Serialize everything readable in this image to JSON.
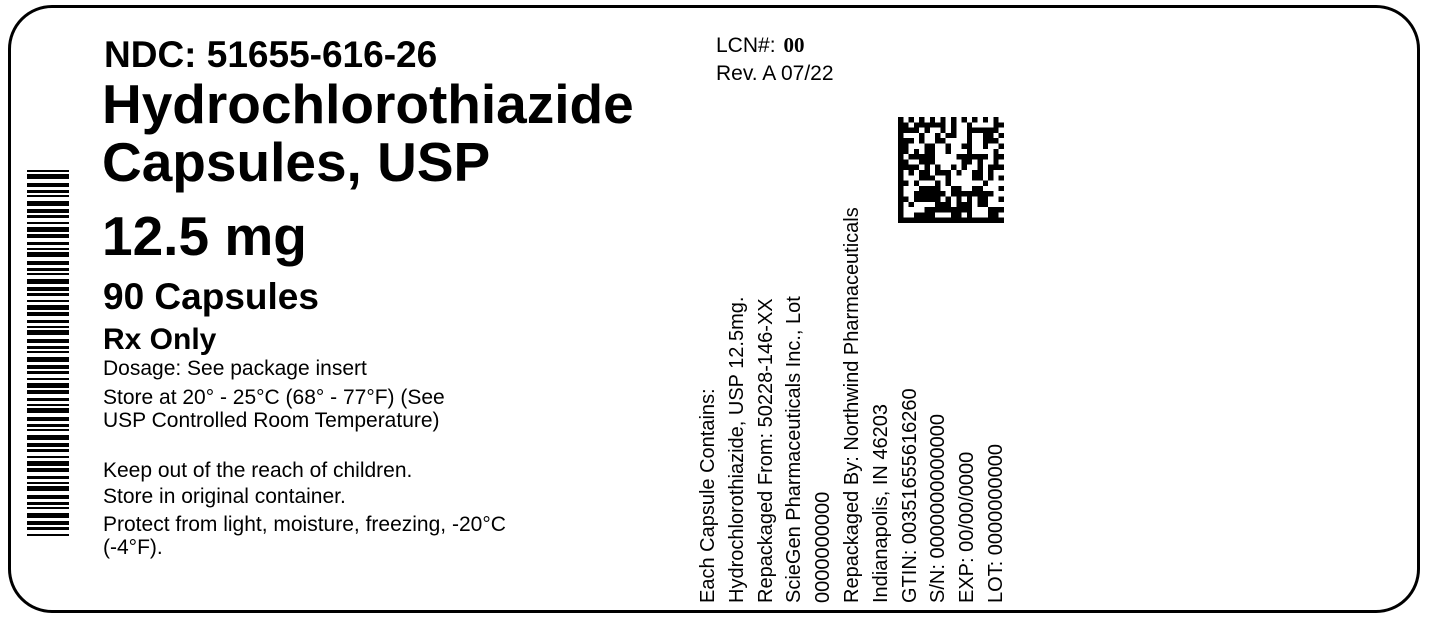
{
  "left_panel": {
    "ndc": "NDC: 51655-616-26",
    "product_name_line1": "Hydrochlorothiazide",
    "product_name_line2": "Capsules, USP",
    "strength": "12.5 mg",
    "count": "90 Capsules",
    "rx": "Rx Only",
    "dosage": "Dosage: See package insert",
    "storage_line1": "Store at 20° - 25°C (68° - 77°F) (See",
    "storage_line2": "USP Controlled Room Temperature)",
    "keep_out": "Keep out of the reach of children.",
    "store_original": "Store in original container.",
    "protect_line1": "Protect from light, moisture, freezing, -20°C",
    "protect_line2": "(-4°F)."
  },
  "header_right": {
    "lcn_label": "LCN#:",
    "lcn_value": "00",
    "revision": "Rev. A 07/22"
  },
  "vertical_text": [
    "Each Capsule Contains:",
    "Hydrochlorothiazide, USP 12.5mg.",
    "Repackaged From: 50228-146-XX",
    "ScieGen Pharmaceuticals Inc., Lot",
    "0000000000",
    "Repackaged By: Northwind Pharmaceuticals",
    "Indianapolis, IN 46203",
    "GTIN: 00351655616260",
    "S/N: 0000000000000",
    "EXP: 00/00/0000",
    "LOT: 0000000000"
  ],
  "icons": {
    "barcode": "linear-barcode-icon",
    "datamatrix": "datamatrix-code-icon"
  }
}
